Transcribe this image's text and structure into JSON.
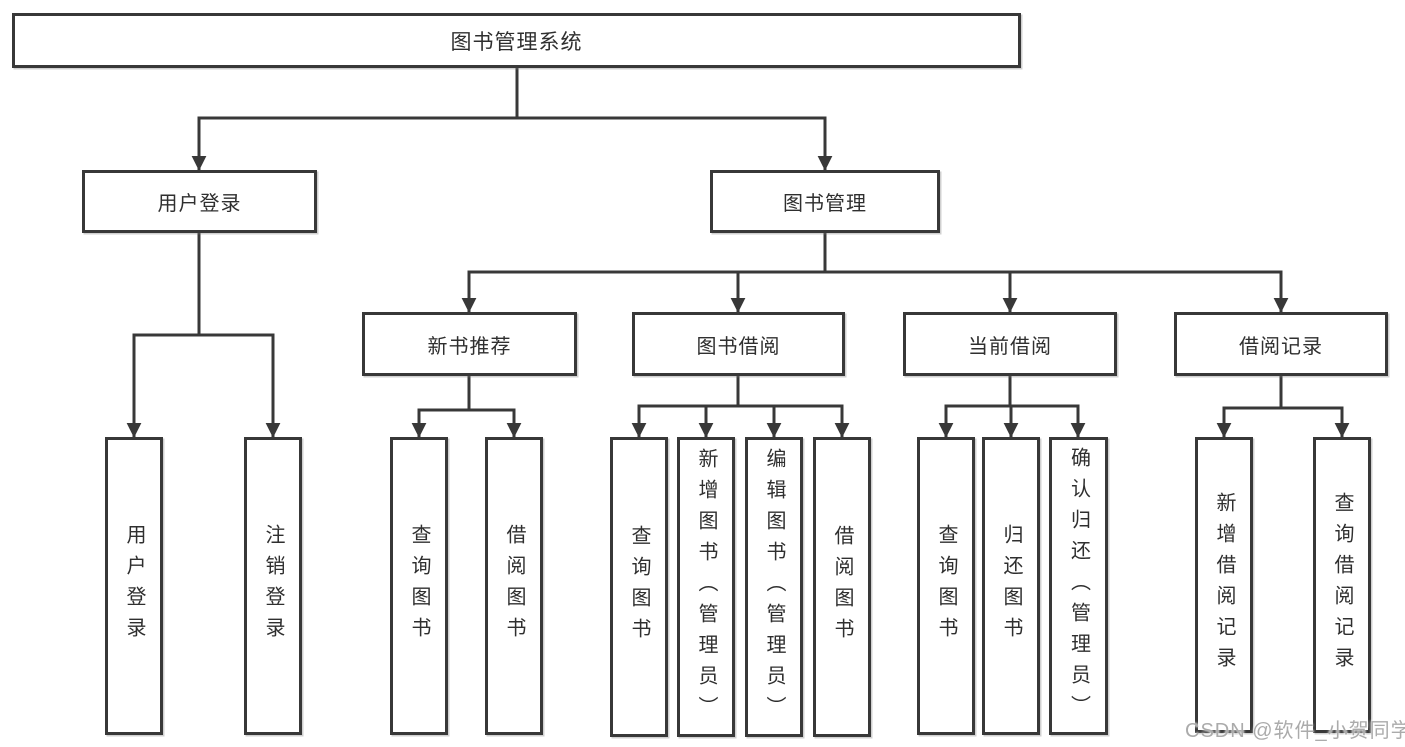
{
  "diagram": {
    "root": "图书管理系统",
    "branches": [
      {
        "label": "用户登录",
        "children": [
          "用户登录",
          "注销登录"
        ]
      },
      {
        "label": "图书管理",
        "groups": [
          {
            "label": "新书推荐",
            "children": [
              "查询图书",
              "借阅图书"
            ]
          },
          {
            "label": "图书借阅",
            "children": [
              "查询图书",
              "新增图书（管理员）",
              "编辑图书（管理员）",
              "借阅图书"
            ]
          },
          {
            "label": "当前借阅",
            "children": [
              "查询图书",
              "归还图书",
              "确认归还（管理员）"
            ]
          },
          {
            "label": "借阅记录",
            "children": [
              "新增借阅记录",
              "查询借阅记录"
            ]
          }
        ]
      }
    ]
  },
  "watermark": "CSDN @软件_小贺同学",
  "colors": {
    "line": "#383838",
    "box_border": "#383838",
    "box_fill": "#ffffff",
    "text": "#2f2f2f",
    "watermark": "#ababab",
    "background": "#ffffff"
  }
}
